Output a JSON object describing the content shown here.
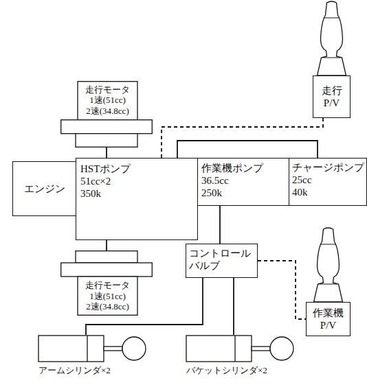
{
  "diagram": {
    "nodes": [
      {
        "text": [
          "走行モータ",
          "1速(51cc)",
          "2速(34.8cc)"
        ]
      },
      {
        "text": [
          "走行 P/V"
        ]
      },
      {
        "text": [
          "エンジン"
        ]
      },
      {
        "text": [
          "HSTポンプ",
          "51cc×2",
          "350k"
        ]
      },
      {
        "text": [
          "作業機ポンプ",
          "36.5cc",
          "250k"
        ]
      },
      {
        "text": [
          "チャージポンプ",
          "25cc",
          "40k"
        ]
      },
      {
        "text": [
          "コントロール バルブ"
        ]
      },
      {
        "text": [
          "走行モータ",
          "1速(51cc)",
          "2速(34.8cc)"
        ]
      },
      {
        "text": [
          "作業機 P/V"
        ]
      },
      {
        "text": [
          "アームシリンダ×2"
        ]
      },
      {
        "text": [
          "バケットシリンダ×2"
        ]
      }
    ],
    "edges": [
      {
        "from": 0,
        "to": 3,
        "arrow": "none"
      },
      {
        "from": 1,
        "to": 3,
        "arrow": "none"
      },
      {
        "from": 5,
        "to": 3,
        "arrow": "none"
      },
      {
        "from": 3,
        "to": 7,
        "arrow": "none"
      },
      {
        "from": 4,
        "to": 6,
        "arrow": "none"
      },
      {
        "from": 6,
        "to": 8,
        "arrow": "none"
      },
      {
        "from": 6,
        "to": 9,
        "arrow": "none"
      },
      {
        "from": 6,
        "to": 10,
        "arrow": "none"
      }
    ]
  }
}
